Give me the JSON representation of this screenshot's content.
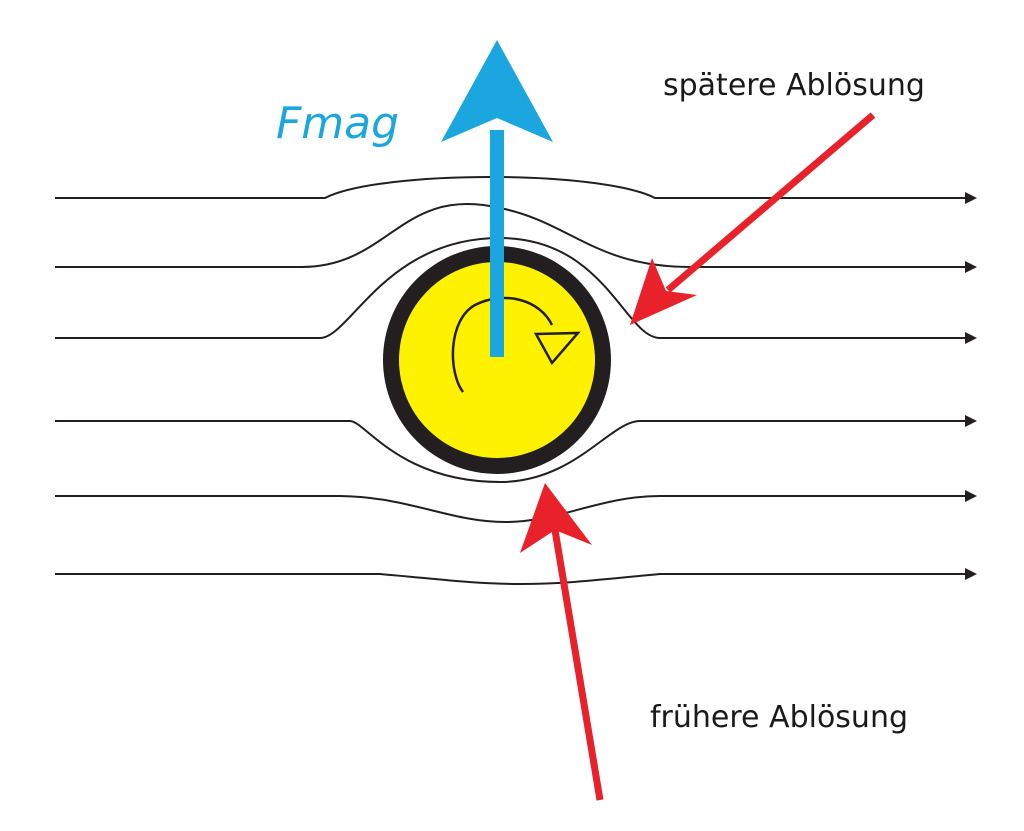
{
  "labels": {
    "force": "Fmag",
    "later_separation": "spätere Ablösung",
    "earlier_separation": "frühere Ablösung"
  },
  "colors": {
    "force_arrow": "#1ba6e0",
    "pointer_arrows": "#e8212b",
    "ball_fill": "#fff200",
    "ball_ring": "#231f20",
    "streamlines": "#231f20"
  }
}
